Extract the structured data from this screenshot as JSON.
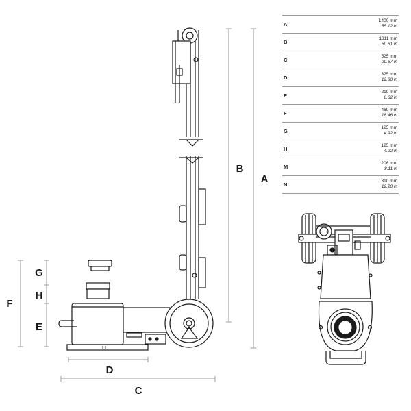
{
  "dimension_labels": {
    "A": "A",
    "B": "B",
    "C": "C",
    "D": "D",
    "E": "E",
    "F": "F",
    "G": "G",
    "H": "H"
  },
  "specs": [
    {
      "letter": "A",
      "mm": "1400 mm",
      "inch": "55.12 in"
    },
    {
      "letter": "B",
      "mm": "1311 mm",
      "inch": "50.61 in"
    },
    {
      "letter": "C",
      "mm": "525 mm",
      "inch": "20.67 in"
    },
    {
      "letter": "D",
      "mm": "325 mm",
      "inch": "12.80 in"
    },
    {
      "letter": "E",
      "mm": "219 mm",
      "inch": "8.62 in"
    },
    {
      "letter": "F",
      "mm": "469 mm",
      "inch": "18.46 in"
    },
    {
      "letter": "G",
      "mm": "125 mm",
      "inch": "4.92 in"
    },
    {
      "letter": "H",
      "mm": "125 mm",
      "inch": "4.92 in"
    },
    {
      "letter": "M",
      "mm": "206 mm",
      "inch": "8.11 in"
    },
    {
      "letter": "N",
      "mm": "310 mm",
      "inch": "12.20 in"
    }
  ],
  "colors": {
    "line": "#1a1a1a",
    "dimension": "#9a9a9a",
    "fill": "#ffffff"
  }
}
